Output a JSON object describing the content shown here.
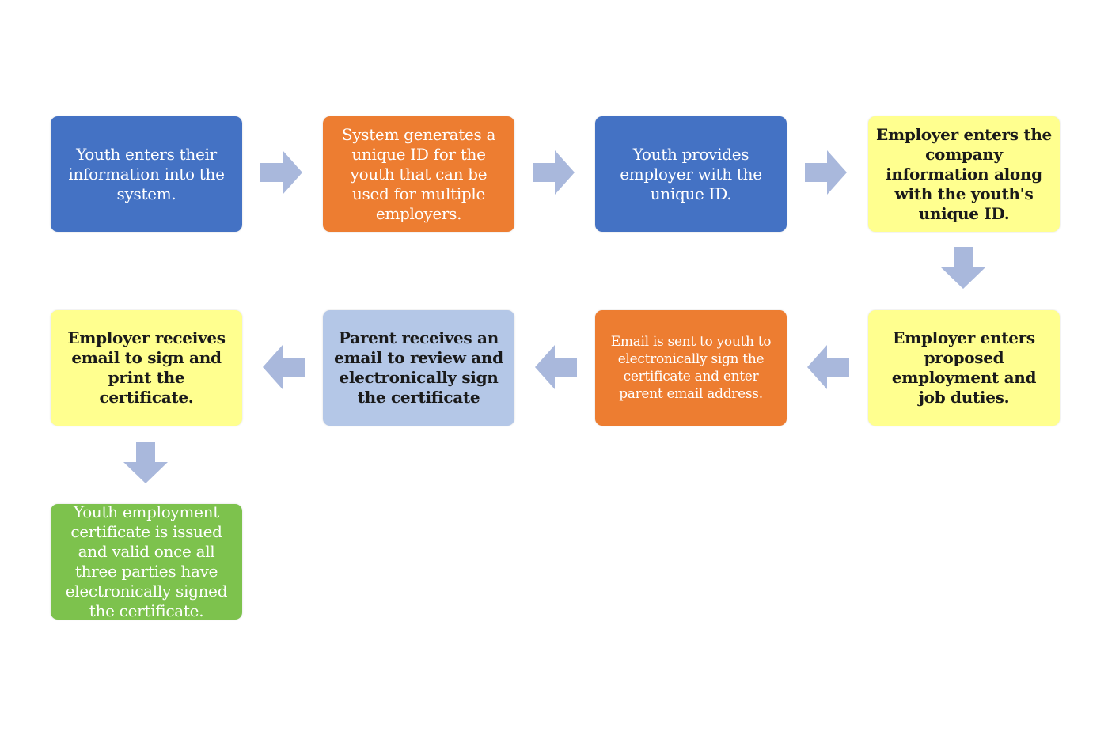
{
  "diagram": {
    "steps": [
      {
        "id": "s1",
        "label": "Youth enters their information into the system.",
        "color": "#4472c4"
      },
      {
        "id": "s2",
        "label": "System generates a unique ID for the youth that can be used for multiple employers.",
        "color": "#ed7d31"
      },
      {
        "id": "s3",
        "label": "Youth provides employer with the unique ID.",
        "color": "#4472c4"
      },
      {
        "id": "s4",
        "label": "Employer enters the company information along with the youth's unique ID.",
        "color": "#ffff8f"
      },
      {
        "id": "s5",
        "label": "Employer enters proposed employment and job duties.",
        "color": "#ffff8f"
      },
      {
        "id": "s6",
        "label": "Email  is sent to youth to electronically  sign the certificate and enter parent  email  address.",
        "color": "#ed7d31"
      },
      {
        "id": "s7",
        "label": "Parent receives an email to review and electronically sign the certificate",
        "color": "#b4c7e7"
      },
      {
        "id": "s8",
        "label": "Employer receives email to sign and print the certificate.",
        "color": "#ffff8f"
      },
      {
        "id": "s9",
        "label": "Youth employment certificate is issued and valid once all three parties have electronically signed the certificate.",
        "color": "#7dc24d"
      }
    ],
    "arrow_color": "#a9b8dc"
  }
}
